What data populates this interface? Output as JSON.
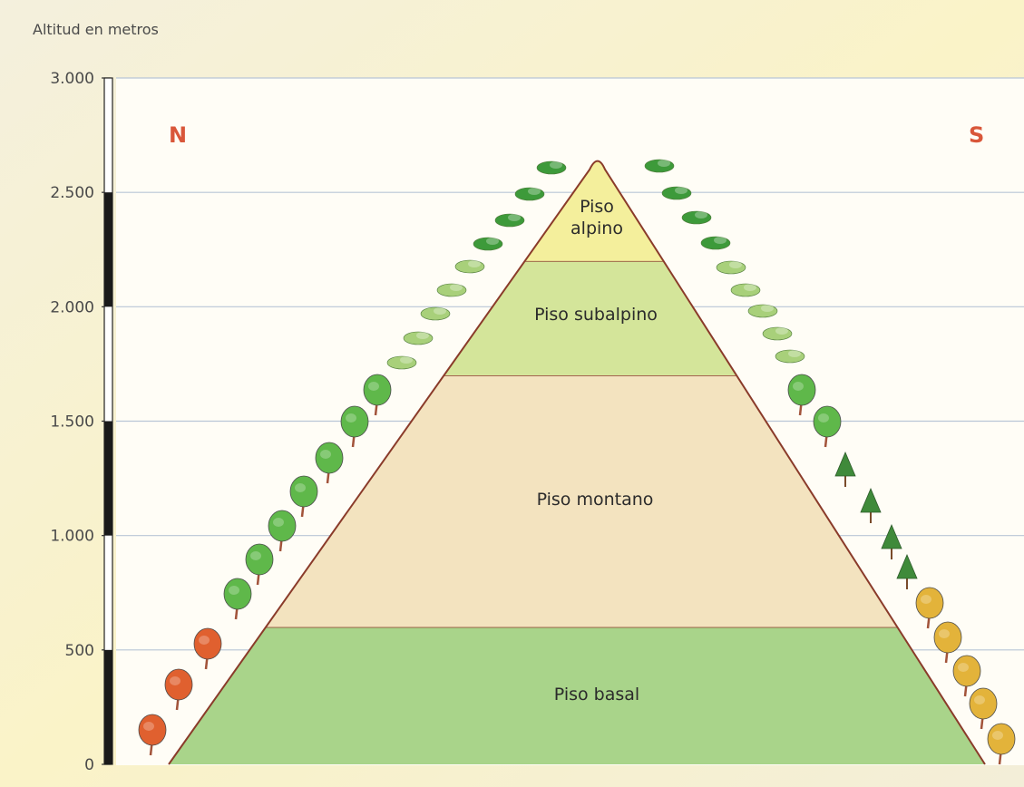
{
  "axis": {
    "title": "Altitud en metros",
    "ticks": [
      {
        "value": 3000,
        "label": "3.000"
      },
      {
        "value": 2500,
        "label": "2.500"
      },
      {
        "value": 2000,
        "label": "2.000"
      },
      {
        "value": 1500,
        "label": "1.500"
      },
      {
        "value": 1000,
        "label": "1.000"
      },
      {
        "value": 500,
        "label": "500"
      },
      {
        "value": 0,
        "label": "0"
      }
    ]
  },
  "directions": {
    "north": "N",
    "south": "S"
  },
  "zones": [
    {
      "id": "basal",
      "label": "Piso basal",
      "from": 0,
      "to": 600
    },
    {
      "id": "montano",
      "label": "Piso montano",
      "from": 600,
      "to": 1700
    },
    {
      "id": "subalpino",
      "label": "Piso subalpino",
      "from": 1700,
      "to": 2200
    },
    {
      "id": "alpino",
      "label_line1": "Piso",
      "label_line2": "alpino",
      "from": 2200,
      "to": 2650
    }
  ],
  "colors": {
    "basal": "#a9d48a",
    "montano": "#f3e3bf",
    "subalpino": "#d4e59a",
    "alpino": "#f4ef9c",
    "outline": "#8a3b2a",
    "direction": "#d9573a",
    "tree_orange": "#e0602f",
    "tree_green": "#5fb84a",
    "tree_conifer": "#3f8a3a",
    "tree_yellow": "#e3b33a",
    "bush_dark": "#3d9a3a",
    "bush_light": "#a8d07a"
  }
}
